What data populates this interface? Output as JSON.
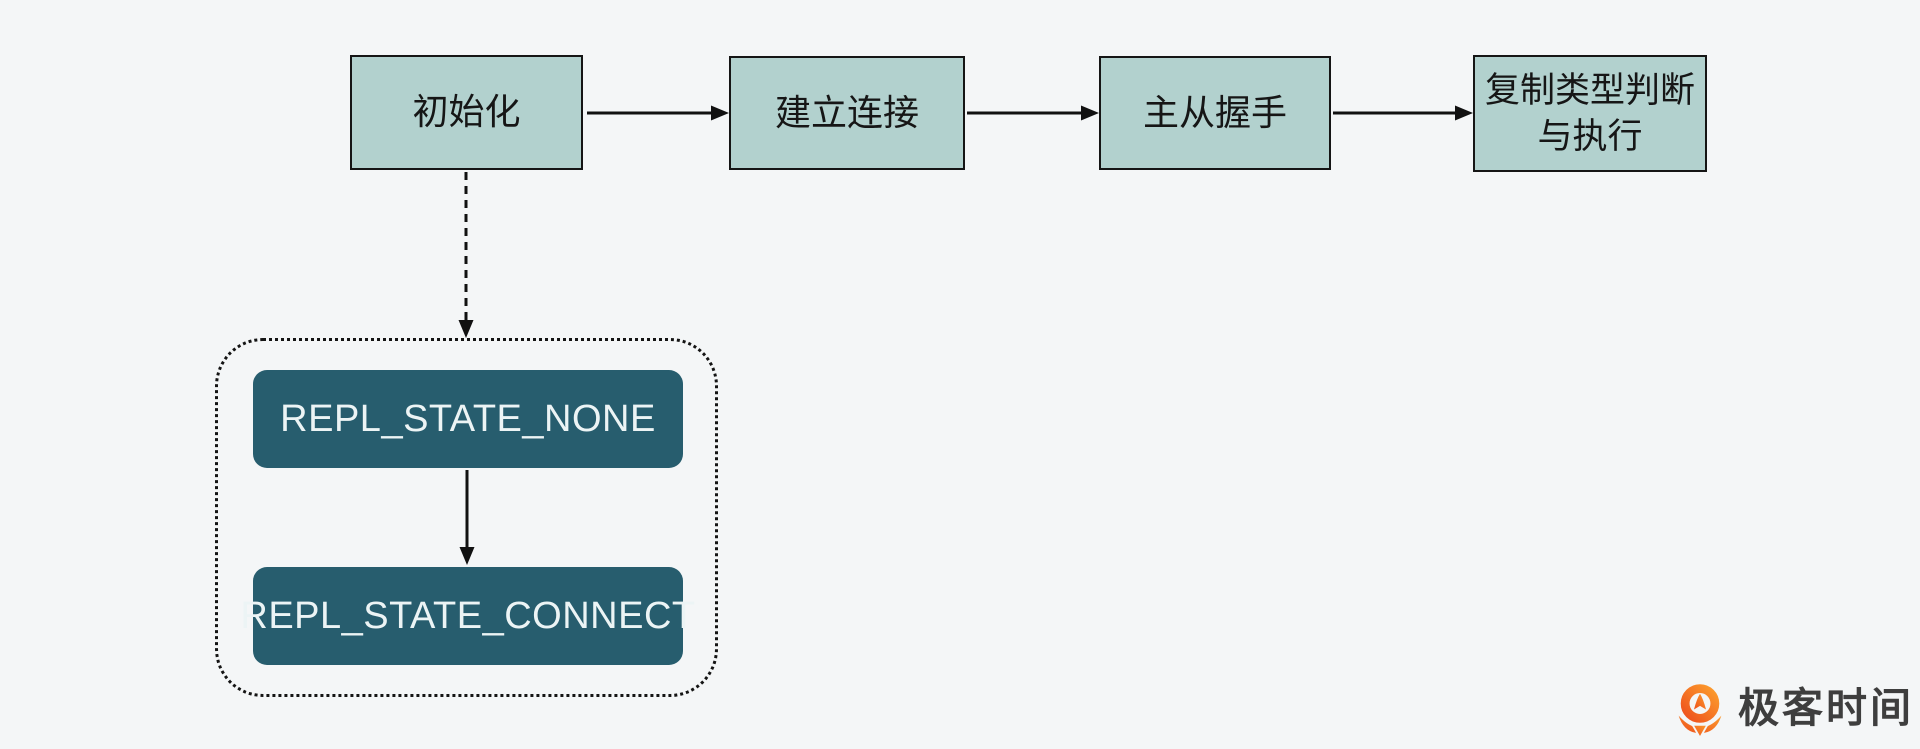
{
  "diagram": {
    "title_hint": "replication-flowchart",
    "flow_nodes": [
      {
        "id": "init",
        "label": "初始化"
      },
      {
        "id": "establish-connection",
        "label": "建立连接"
      },
      {
        "id": "master-slave-handshake",
        "label": "主从握手"
      },
      {
        "id": "replication-type-exec",
        "label": "复制类型判断与执行",
        "lines": [
          "复制类型判断",
          "与执行"
        ]
      }
    ],
    "state_group": {
      "state_nodes": [
        {
          "id": "repl-state-none",
          "label": "REPL_STATE_NONE"
        },
        {
          "id": "repl-state-connect",
          "label": "REPL_STATE_CONNECT"
        }
      ]
    },
    "edges": [
      {
        "from": "init",
        "to": "establish-connection",
        "style": "solid-arrow"
      },
      {
        "from": "establish-connection",
        "to": "master-slave-handshake",
        "style": "solid-arrow"
      },
      {
        "from": "master-slave-handshake",
        "to": "replication-type-exec",
        "style": "solid-arrow"
      },
      {
        "from": "init",
        "to": "state-group",
        "style": "dashed-arrow"
      },
      {
        "from": "repl-state-none",
        "to": "repl-state-connect",
        "style": "solid-arrow"
      }
    ],
    "colors": {
      "background": "#f4f6f7",
      "flow_node_fill": "#b2d1ce",
      "flow_node_border": "#151515",
      "state_node_fill": "#275d6e",
      "state_node_text": "#ecf4f5",
      "arrow": "#111111"
    }
  },
  "branding": {
    "logo_text": "极客时间",
    "logo_icon": "geektime-logo-icon",
    "logo_orange_light": "#fc9c2d",
    "logo_orange_dark": "#ee511d",
    "logo_text_color": "#3e3e3e"
  }
}
